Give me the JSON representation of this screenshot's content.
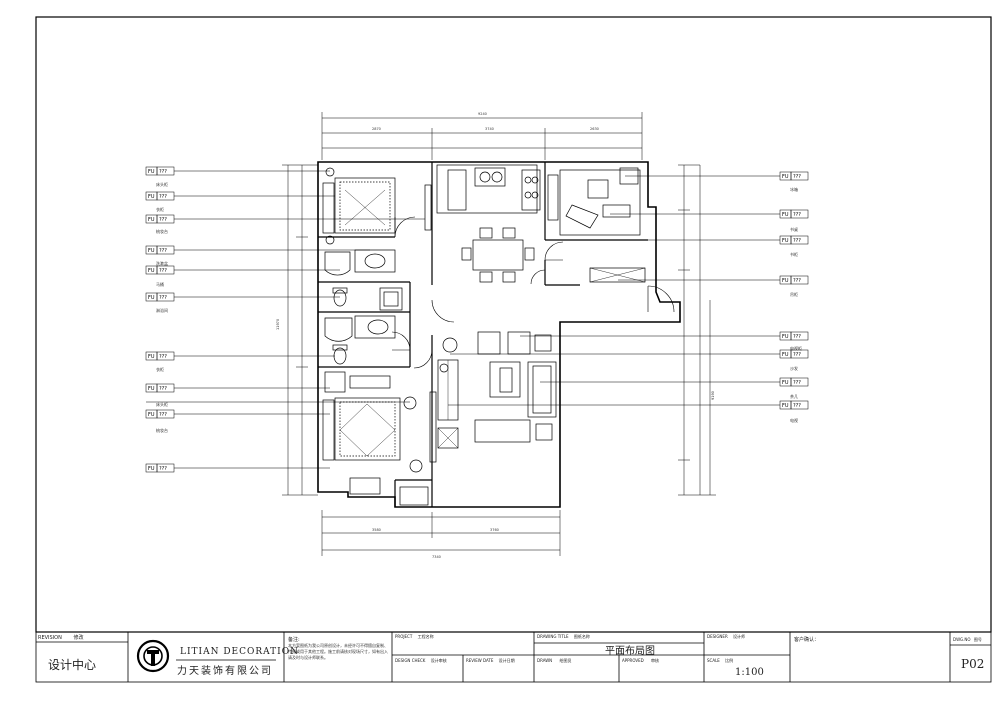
{
  "drawing": {
    "title_cn": "平面布局图",
    "scale": "1:100",
    "sheet_number": "P02"
  },
  "title_block": {
    "design_center": "设计中心",
    "brand_en": "LITIAN DECORATION",
    "brand_cn": "力天装饰有限公司",
    "revision_label": "REVISION",
    "revision_value": "修改",
    "notes_label": "备注:",
    "notes_text": "本方案图纸为我公司原创设计，未经许可不得擅自复制、传播或用于其他工程。施工前请核对现场尺寸，如有出入请及时与设计师联系。",
    "project_label": "PROJECT",
    "project_value": "工程名称",
    "drawing_title_label": "DRAWING TITLE",
    "drawing_title_value": "图纸名称",
    "designer_label": "DESIGNER",
    "designer_value": "设计师",
    "client_label": "客户确认：",
    "design_check_label": "DESIGN CHECK",
    "design_check_value": "设计审核",
    "review_label": "REVIEW DATE",
    "review_value": "设计日期",
    "drawn_label": "DRAWN",
    "drawn_value": "绘图员",
    "approved_label": "APPROVED",
    "approved_value": "审核",
    "scale_label": "SCALE",
    "scale_value": "比例",
    "dwg_label": "DWG.NO",
    "dwg_value": "图号"
  },
  "tags": {
    "code": "FU",
    "value": "???"
  },
  "left_labels": [
    "床头柜",
    "衣柜",
    "梳妆台",
    "洗漱盆",
    "马桶",
    "淋浴间",
    "衣柜",
    "床头柜",
    "梳妆台"
  ],
  "right_labels": [
    "冰箱",
    "书桌",
    "书柜",
    "吊柜",
    "电视柜",
    "沙发",
    "茶几",
    "电视"
  ],
  "dimensions": {
    "overall_top": "9240",
    "top_segments": [
      "2870",
      "3740",
      "2630"
    ],
    "overall_bottom": "7340",
    "bottom_segments": [
      "3580",
      "3760"
    ],
    "left_overall": "11970",
    "right_overall": "9190"
  }
}
